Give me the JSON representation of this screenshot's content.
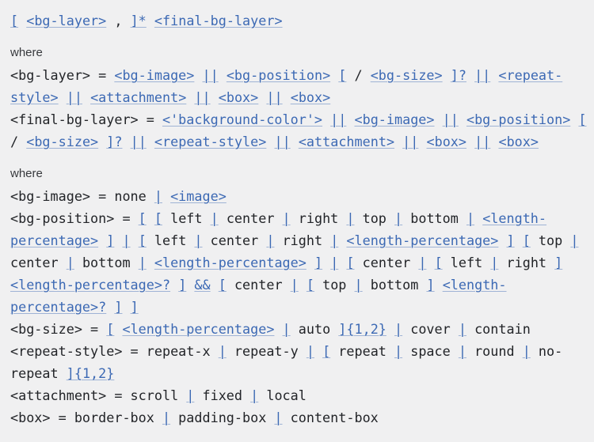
{
  "colors": {
    "background": "#f0f0f1",
    "text": "#222428",
    "link": "#3c69b4"
  },
  "syntax": {
    "paragraphs": [
      {
        "lines": [
          {
            "kind": "code",
            "tokens": [
              [
                "L",
                "["
              ],
              [
                "T",
                " "
              ],
              [
                "L",
                "<bg-layer>"
              ],
              [
                "T",
                " , "
              ],
              [
                "L",
                "]*"
              ],
              [
                "T",
                " "
              ],
              [
                "L",
                "<final-bg-layer>"
              ]
            ]
          }
        ]
      },
      {
        "lines": [
          {
            "kind": "where",
            "text": "where"
          },
          {
            "kind": "code",
            "tokens": [
              [
                "T",
                "<bg-layer> = "
              ],
              [
                "L",
                "<bg-image>"
              ],
              [
                "T",
                " "
              ],
              [
                "L",
                "||"
              ],
              [
                "T",
                " "
              ],
              [
                "L",
                "<bg-position>"
              ],
              [
                "T",
                " "
              ],
              [
                "L",
                "["
              ],
              [
                "T",
                " / "
              ],
              [
                "L",
                "<bg-size>"
              ],
              [
                "T",
                " "
              ],
              [
                "L",
                "]?"
              ],
              [
                "T",
                " "
              ],
              [
                "L",
                "||"
              ],
              [
                "T",
                " "
              ],
              [
                "L",
                "<repeat-"
              ]
            ]
          },
          {
            "kind": "code",
            "tokens": [
              [
                "L",
                "style>"
              ],
              [
                "T",
                " "
              ],
              [
                "L",
                "||"
              ],
              [
                "T",
                " "
              ],
              [
                "L",
                "<attachment>"
              ],
              [
                "T",
                " "
              ],
              [
                "L",
                "||"
              ],
              [
                "T",
                " "
              ],
              [
                "L",
                "<box>"
              ],
              [
                "T",
                " "
              ],
              [
                "L",
                "||"
              ],
              [
                "T",
                " "
              ],
              [
                "L",
                "<box>"
              ]
            ]
          },
          {
            "kind": "code",
            "tokens": [
              [
                "T",
                "<final-bg-layer> = "
              ],
              [
                "L",
                "<'background-color'>"
              ],
              [
                "T",
                " "
              ],
              [
                "L",
                "||"
              ],
              [
                "T",
                " "
              ],
              [
                "L",
                "<bg-image>"
              ],
              [
                "T",
                " "
              ],
              [
                "L",
                "||"
              ],
              [
                "T",
                " "
              ],
              [
                "L",
                "<bg-position>"
              ],
              [
                "T",
                " "
              ],
              [
                "L",
                "["
              ]
            ]
          },
          {
            "kind": "code",
            "tokens": [
              [
                "T",
                "/ "
              ],
              [
                "L",
                "<bg-size>"
              ],
              [
                "T",
                " "
              ],
              [
                "L",
                "]?"
              ],
              [
                "T",
                " "
              ],
              [
                "L",
                "||"
              ],
              [
                "T",
                " "
              ],
              [
                "L",
                "<repeat-style>"
              ],
              [
                "T",
                " "
              ],
              [
                "L",
                "||"
              ],
              [
                "T",
                " "
              ],
              [
                "L",
                "<attachment>"
              ],
              [
                "T",
                " "
              ],
              [
                "L",
                "||"
              ],
              [
                "T",
                " "
              ],
              [
                "L",
                "<box>"
              ],
              [
                "T",
                " "
              ],
              [
                "L",
                "||"
              ],
              [
                "T",
                " "
              ],
              [
                "L",
                "<box>"
              ]
            ]
          }
        ]
      },
      {
        "lines": [
          {
            "kind": "where",
            "text": "where"
          },
          {
            "kind": "code",
            "tokens": [
              [
                "T",
                "<bg-image> = none "
              ],
              [
                "L",
                "|"
              ],
              [
                "T",
                " "
              ],
              [
                "L",
                "<image>"
              ]
            ]
          },
          {
            "kind": "code",
            "tokens": [
              [
                "T",
                "<bg-position> = "
              ],
              [
                "L",
                "["
              ],
              [
                "T",
                " "
              ],
              [
                "L",
                "["
              ],
              [
                "T",
                " left "
              ],
              [
                "L",
                "|"
              ],
              [
                "T",
                " center "
              ],
              [
                "L",
                "|"
              ],
              [
                "T",
                " right "
              ],
              [
                "L",
                "|"
              ],
              [
                "T",
                " top "
              ],
              [
                "L",
                "|"
              ],
              [
                "T",
                " bottom "
              ],
              [
                "L",
                "|"
              ],
              [
                "T",
                " "
              ],
              [
                "L",
                "<length-"
              ]
            ]
          },
          {
            "kind": "code",
            "tokens": [
              [
                "L",
                "percentage>"
              ],
              [
                "T",
                " "
              ],
              [
                "L",
                "]"
              ],
              [
                "T",
                " "
              ],
              [
                "L",
                "|"
              ],
              [
                "T",
                " "
              ],
              [
                "L",
                "["
              ],
              [
                "T",
                " left "
              ],
              [
                "L",
                "|"
              ],
              [
                "T",
                " center "
              ],
              [
                "L",
                "|"
              ],
              [
                "T",
                " right "
              ],
              [
                "L",
                "|"
              ],
              [
                "T",
                " "
              ],
              [
                "L",
                "<length-percentage>"
              ],
              [
                "T",
                " "
              ],
              [
                "L",
                "]"
              ],
              [
                "T",
                " "
              ],
              [
                "L",
                "["
              ],
              [
                "T",
                " top "
              ],
              [
                "L",
                "|"
              ]
            ]
          },
          {
            "kind": "code",
            "tokens": [
              [
                "T",
                "center "
              ],
              [
                "L",
                "|"
              ],
              [
                "T",
                " bottom "
              ],
              [
                "L",
                "|"
              ],
              [
                "T",
                " "
              ],
              [
                "L",
                "<length-percentage>"
              ],
              [
                "T",
                " "
              ],
              [
                "L",
                "]"
              ],
              [
                "T",
                " "
              ],
              [
                "L",
                "|"
              ],
              [
                "T",
                " "
              ],
              [
                "L",
                "["
              ],
              [
                "T",
                " center "
              ],
              [
                "L",
                "|"
              ],
              [
                "T",
                " "
              ],
              [
                "L",
                "["
              ],
              [
                "T",
                " left "
              ],
              [
                "L",
                "|"
              ],
              [
                "T",
                " right "
              ],
              [
                "L",
                "]"
              ]
            ]
          },
          {
            "kind": "code",
            "tokens": [
              [
                "L",
                "<length-percentage>?"
              ],
              [
                "T",
                " "
              ],
              [
                "L",
                "]"
              ],
              [
                "T",
                " "
              ],
              [
                "L",
                "&&"
              ],
              [
                "T",
                " "
              ],
              [
                "L",
                "["
              ],
              [
                "T",
                " center "
              ],
              [
                "L",
                "|"
              ],
              [
                "T",
                " "
              ],
              [
                "L",
                "["
              ],
              [
                "T",
                " top "
              ],
              [
                "L",
                "|"
              ],
              [
                "T",
                " bottom "
              ],
              [
                "L",
                "]"
              ],
              [
                "T",
                " "
              ],
              [
                "L",
                "<length-"
              ]
            ]
          },
          {
            "kind": "code",
            "tokens": [
              [
                "L",
                "percentage>?"
              ],
              [
                "T",
                " "
              ],
              [
                "L",
                "]"
              ],
              [
                "T",
                " "
              ],
              [
                "L",
                "]"
              ]
            ]
          },
          {
            "kind": "code",
            "tokens": [
              [
                "T",
                "<bg-size> = "
              ],
              [
                "L",
                "["
              ],
              [
                "T",
                " "
              ],
              [
                "L",
                "<length-percentage>"
              ],
              [
                "T",
                " "
              ],
              [
                "L",
                "|"
              ],
              [
                "T",
                " auto "
              ],
              [
                "L",
                "]{1,2}"
              ],
              [
                "T",
                " "
              ],
              [
                "L",
                "|"
              ],
              [
                "T",
                " cover "
              ],
              [
                "L",
                "|"
              ],
              [
                "T",
                " contain"
              ]
            ]
          },
          {
            "kind": "code",
            "tokens": [
              [
                "T",
                "<repeat-style> = repeat-x "
              ],
              [
                "L",
                "|"
              ],
              [
                "T",
                " repeat-y "
              ],
              [
                "L",
                "|"
              ],
              [
                "T",
                " "
              ],
              [
                "L",
                "["
              ],
              [
                "T",
                " repeat "
              ],
              [
                "L",
                "|"
              ],
              [
                "T",
                " space "
              ],
              [
                "L",
                "|"
              ],
              [
                "T",
                " round "
              ],
              [
                "L",
                "|"
              ],
              [
                "T",
                " no-"
              ]
            ]
          },
          {
            "kind": "code",
            "tokens": [
              [
                "T",
                "repeat "
              ],
              [
                "L",
                "]{1,2}"
              ]
            ]
          },
          {
            "kind": "code",
            "tokens": [
              [
                "T",
                "<attachment> = scroll "
              ],
              [
                "L",
                "|"
              ],
              [
                "T",
                " fixed "
              ],
              [
                "L",
                "|"
              ],
              [
                "T",
                " local"
              ]
            ]
          },
          {
            "kind": "code",
            "tokens": [
              [
                "T",
                "<box> = border-box "
              ],
              [
                "L",
                "|"
              ],
              [
                "T",
                " padding-box "
              ],
              [
                "L",
                "|"
              ],
              [
                "T",
                " content-box"
              ]
            ]
          }
        ]
      }
    ]
  }
}
